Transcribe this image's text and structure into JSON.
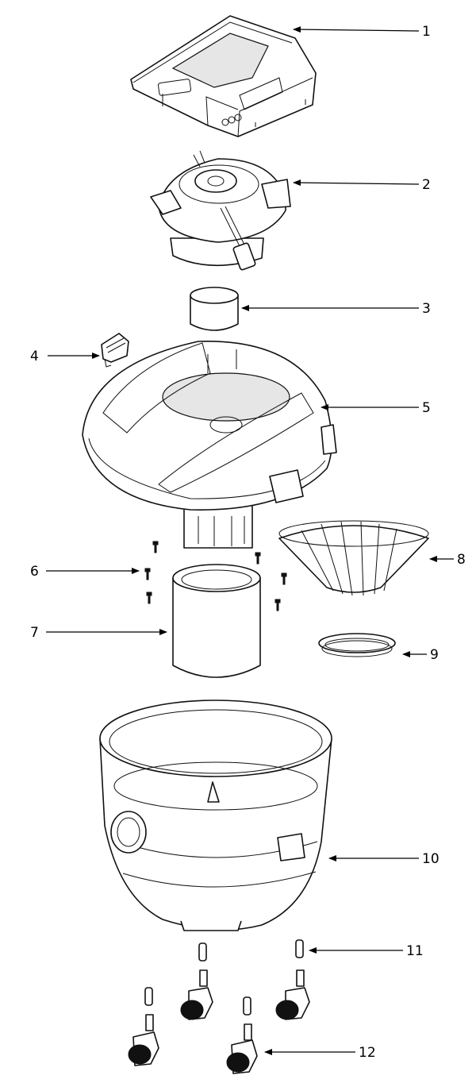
{
  "callouts": [
    "1",
    "2",
    "3",
    "4",
    "5",
    "6",
    "7",
    "8",
    "9",
    "10",
    "11",
    "12"
  ],
  "colors": {
    "line": "#111111",
    "background": "#ffffff",
    "shade": "#e6e6e6"
  }
}
